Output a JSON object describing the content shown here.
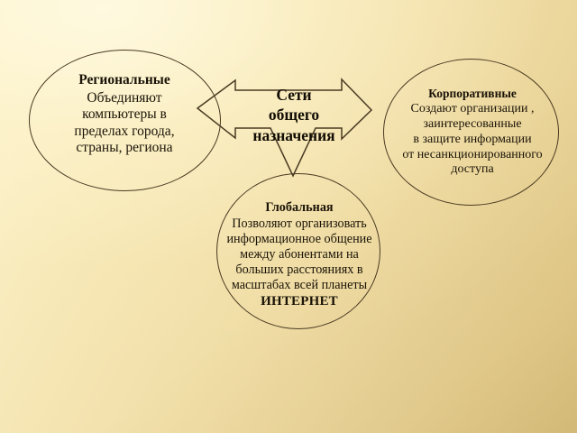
{
  "slide": {
    "title": "Сети общего назначения",
    "background_color": "#f0dca4",
    "outline_color": "#4a3a22",
    "text_color": "#1a1307"
  },
  "center": {
    "name": "Сети общего назначения",
    "line1": "Сети",
    "line2": "общего",
    "line3": "назначения"
  },
  "nodes": {
    "regional": {
      "heading": "Региональные",
      "lines": [
        "Объединяют",
        "компьютеры в",
        "пределах города,",
        "страны, региона"
      ]
    },
    "corporate": {
      "heading": "Корпоративные",
      "lines": [
        "Создают организации ,",
        "заинтересованные",
        "в защите информации",
        "от несанкционированного",
        "доступа"
      ]
    },
    "global": {
      "heading": "Глобальная",
      "lines": [
        "Позволяют организовать",
        "информационное общение",
        "между абонентами на",
        "больших расстояниях в",
        "масштабах всей планеты"
      ],
      "tail": "ИНТЕРНЕТ"
    }
  },
  "arrows": {
    "left_label": "left-arrow",
    "right_label": "right-arrow",
    "down_label": "down-arrow"
  }
}
